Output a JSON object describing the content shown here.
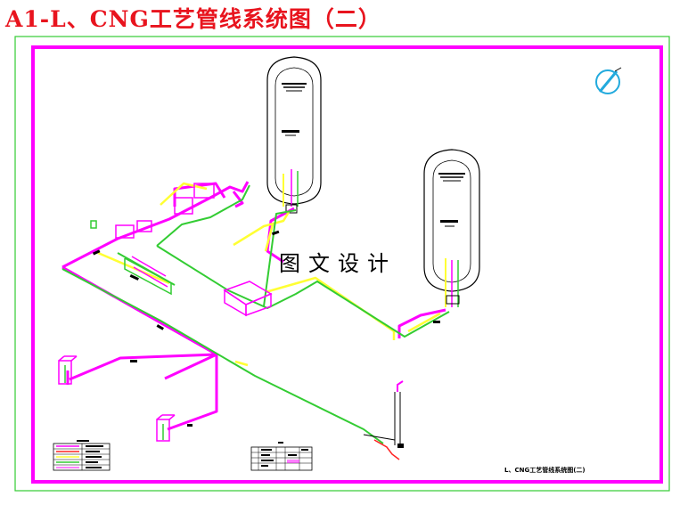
{
  "page": {
    "title": "A1-L、CNG工艺管线系统图（二）",
    "watermark": "图文设计",
    "drawing_caption": "L、CNG工艺管线系统图(二)"
  },
  "colors": {
    "title": "#e8141e",
    "outer_frame": "#33cc33",
    "inner_frame": "#ff00ff",
    "pipe_magenta": "#ff00ff",
    "pipe_yellow": "#ffff33",
    "pipe_green": "#33cc33",
    "pipe_red": "#ff2222",
    "compass": "#22aadd",
    "tank_outline": "#000000"
  },
  "icons": {
    "north": "north-arrow-icon"
  }
}
